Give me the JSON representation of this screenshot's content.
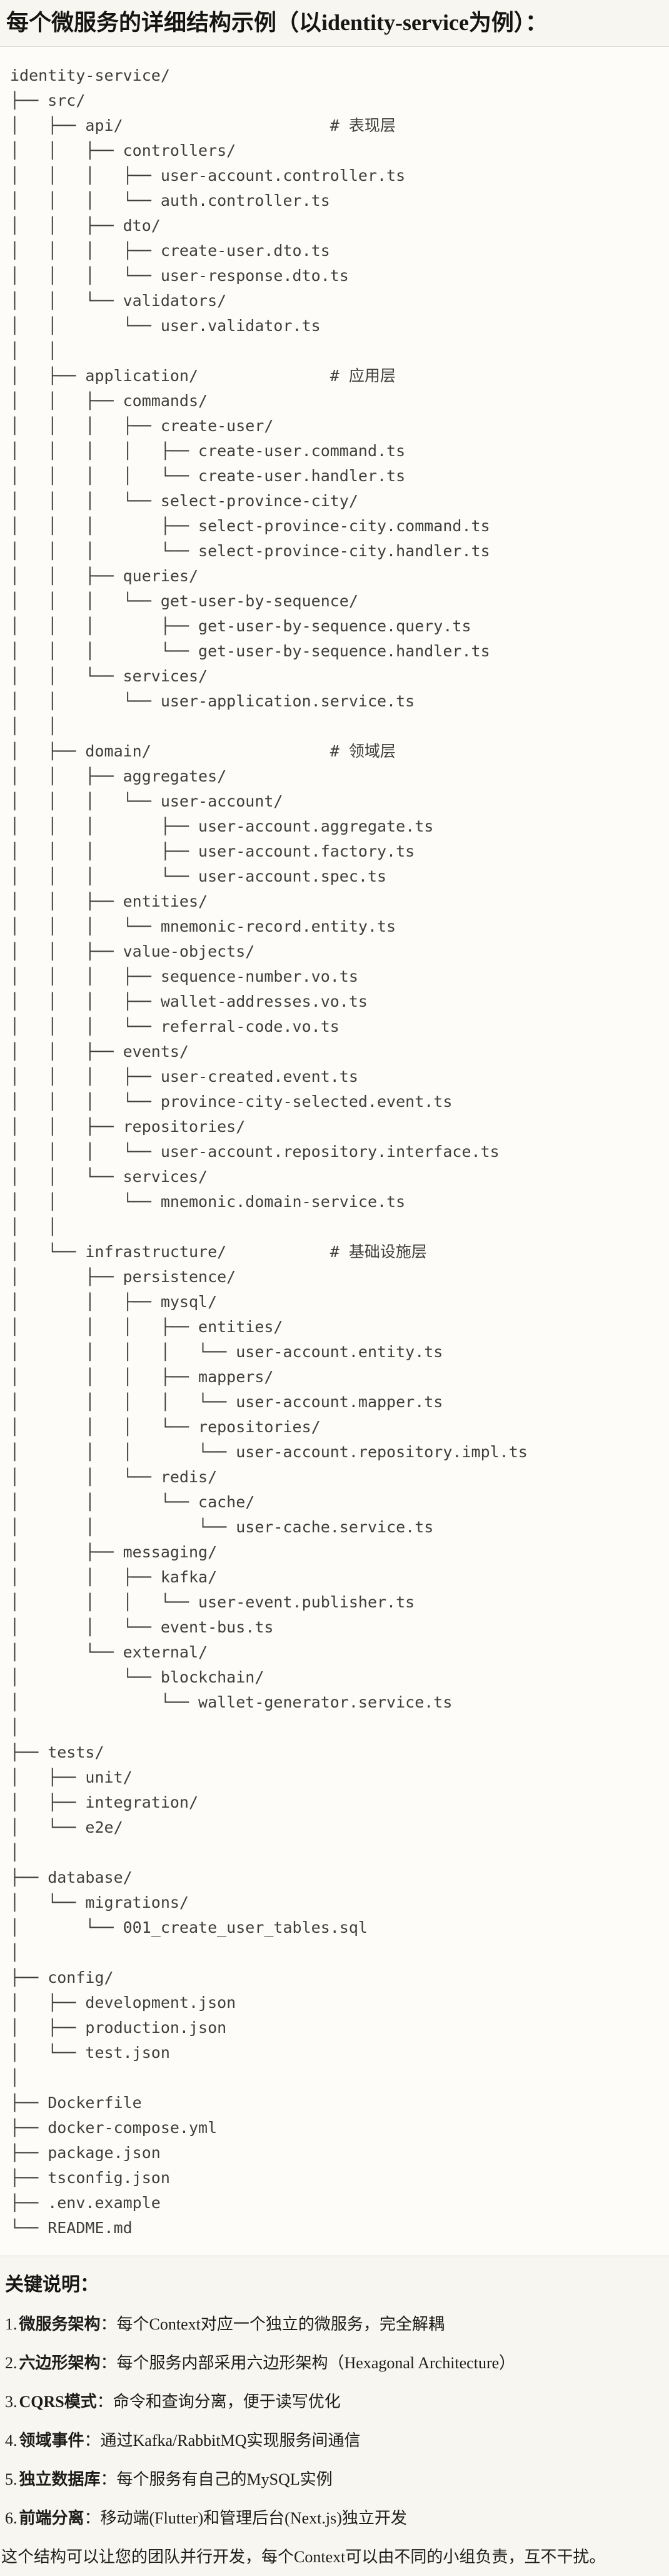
{
  "page": {
    "title": "每个微服务的详细结构示例（以identity-service为例）："
  },
  "code_block": {
    "tree_lines": [
      "identity-service/",
      "├── src/",
      "│   ├── api/                      # 表现层",
      "│   │   ├── controllers/",
      "│   │   │   ├── user-account.controller.ts",
      "│   │   │   └── auth.controller.ts",
      "│   │   ├── dto/",
      "│   │   │   ├── create-user.dto.ts",
      "│   │   │   └── user-response.dto.ts",
      "│   │   └── validators/",
      "│   │       └── user.validator.ts",
      "│   │",
      "│   ├── application/              # 应用层",
      "│   │   ├── commands/",
      "│   │   │   ├── create-user/",
      "│   │   │   │   ├── create-user.command.ts",
      "│   │   │   │   └── create-user.handler.ts",
      "│   │   │   └── select-province-city/",
      "│   │   │       ├── select-province-city.command.ts",
      "│   │   │       └── select-province-city.handler.ts",
      "│   │   ├── queries/",
      "│   │   │   └── get-user-by-sequence/",
      "│   │   │       ├── get-user-by-sequence.query.ts",
      "│   │   │       └── get-user-by-sequence.handler.ts",
      "│   │   └── services/",
      "│   │       └── user-application.service.ts",
      "│   │",
      "│   ├── domain/                   # 领域层",
      "│   │   ├── aggregates/",
      "│   │   │   └── user-account/",
      "│   │   │       ├── user-account.aggregate.ts",
      "│   │   │       ├── user-account.factory.ts",
      "│   │   │       └── user-account.spec.ts",
      "│   │   ├── entities/",
      "│   │   │   └── mnemonic-record.entity.ts",
      "│   │   ├── value-objects/",
      "│   │   │   ├── sequence-number.vo.ts",
      "│   │   │   ├── wallet-addresses.vo.ts",
      "│   │   │   └── referral-code.vo.ts",
      "│   │   ├── events/",
      "│   │   │   ├── user-created.event.ts",
      "│   │   │   └── province-city-selected.event.ts",
      "│   │   ├── repositories/",
      "│   │   │   └── user-account.repository.interface.ts",
      "│   │   └── services/",
      "│   │       └── mnemonic.domain-service.ts",
      "│   │",
      "│   └── infrastructure/           # 基础设施层",
      "│       ├── persistence/",
      "│       │   ├── mysql/",
      "│       │   │   ├── entities/",
      "│       │   │   │   └── user-account.entity.ts",
      "│       │   │   ├── mappers/",
      "│       │   │   │   └── user-account.mapper.ts",
      "│       │   │   └── repositories/",
      "│       │   │       └── user-account.repository.impl.ts",
      "│       │   └── redis/",
      "│       │       └── cache/",
      "│       │           └── user-cache.service.ts",
      "│       ├── messaging/",
      "│       │   ├── kafka/",
      "│       │   │   └── user-event.publisher.ts",
      "│       │   └── event-bus.ts",
      "│       └── external/",
      "│           └── blockchain/",
      "│               └── wallet-generator.service.ts",
      "│",
      "├── tests/",
      "│   ├── unit/",
      "│   ├── integration/",
      "│   └── e2e/",
      "│",
      "├── database/",
      "│   └── migrations/",
      "│       └── 001_create_user_tables.sql",
      "│",
      "├── config/",
      "│   ├── development.json",
      "│   ├── production.json",
      "│   └── test.json",
      "│",
      "├── Dockerfile",
      "├── docker-compose.yml",
      "├── package.json",
      "├── tsconfig.json",
      "├── .env.example",
      "└── README.md"
    ]
  },
  "notes": {
    "heading": "关键说明：",
    "items": [
      {
        "num": "1.",
        "label": "微服务架构",
        "sep": "：",
        "text": "每个Context对应一个独立的微服务，完全解耦"
      },
      {
        "num": "2.",
        "label": "六边形架构",
        "sep": "：",
        "text": "每个服务内部采用六边形架构（Hexagonal Architecture）"
      },
      {
        "num": "3.",
        "label": "CQRS模式",
        "sep": "：",
        "text": "命令和查询分离，便于读写优化"
      },
      {
        "num": "4.",
        "label": "领域事件",
        "sep": "：",
        "text": "通过Kafka/RabbitMQ实现服务间通信"
      },
      {
        "num": "5.",
        "label": "独立数据库",
        "sep": "：",
        "text": "每个服务有自己的MySQL实例"
      },
      {
        "num": "6.",
        "label": "前端分离",
        "sep": "：",
        "text": "移动端(Flutter)和管理后台(Next.js)独立开发"
      }
    ],
    "footer": "这个结构可以让您的团队并行开发，每个Context可以由不同的小组负责，互不干扰。"
  }
}
